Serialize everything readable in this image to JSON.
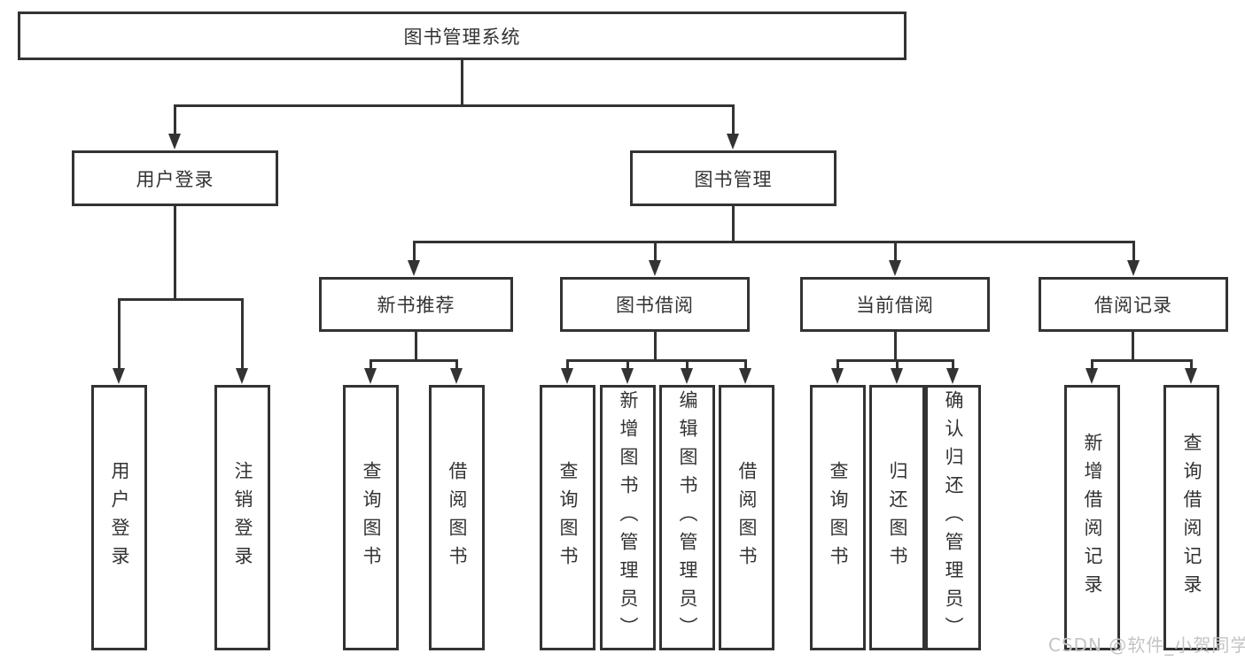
{
  "diagram_title": "图书管理系统",
  "colors": {
    "line": "#333333",
    "text": "#333333",
    "watermark": "#c4c4c4",
    "background": "#ffffff"
  },
  "nodes": {
    "root": {
      "label": "图书管理系统"
    },
    "user_login": {
      "label": "用户登录"
    },
    "book_mgmt": {
      "label": "图书管理"
    },
    "new_books": {
      "label": "新书推荐"
    },
    "book_borrow": {
      "label": "图书借阅"
    },
    "current_borrow": {
      "label": "当前借阅"
    },
    "borrow_records": {
      "label": "借阅记录"
    }
  },
  "leaves": [
    {
      "label": "用户登录",
      "parent": "用户登录"
    },
    {
      "label": "注销登录",
      "parent": "用户登录"
    },
    {
      "label": "查询图书",
      "parent": "新书推荐"
    },
    {
      "label": "借阅图书",
      "parent": "新书推荐"
    },
    {
      "label": "查询图书",
      "parent": "图书借阅"
    },
    {
      "label": "新增图书（管理员）",
      "parent": "图书借阅"
    },
    {
      "label": "编辑图书（管理员）",
      "parent": "图书借阅"
    },
    {
      "label": "借阅图书",
      "parent": "图书借阅"
    },
    {
      "label": "查询图书",
      "parent": "当前借阅"
    },
    {
      "label": "归还图书",
      "parent": "当前借阅"
    },
    {
      "label": "确认归还（管理员）",
      "parent": "当前借阅"
    },
    {
      "label": "新增借阅记录",
      "parent": "借阅记录"
    },
    {
      "label": "查询借阅记录",
      "parent": "借阅记录"
    }
  ],
  "watermark": "CSDN @软件_小贺同学"
}
